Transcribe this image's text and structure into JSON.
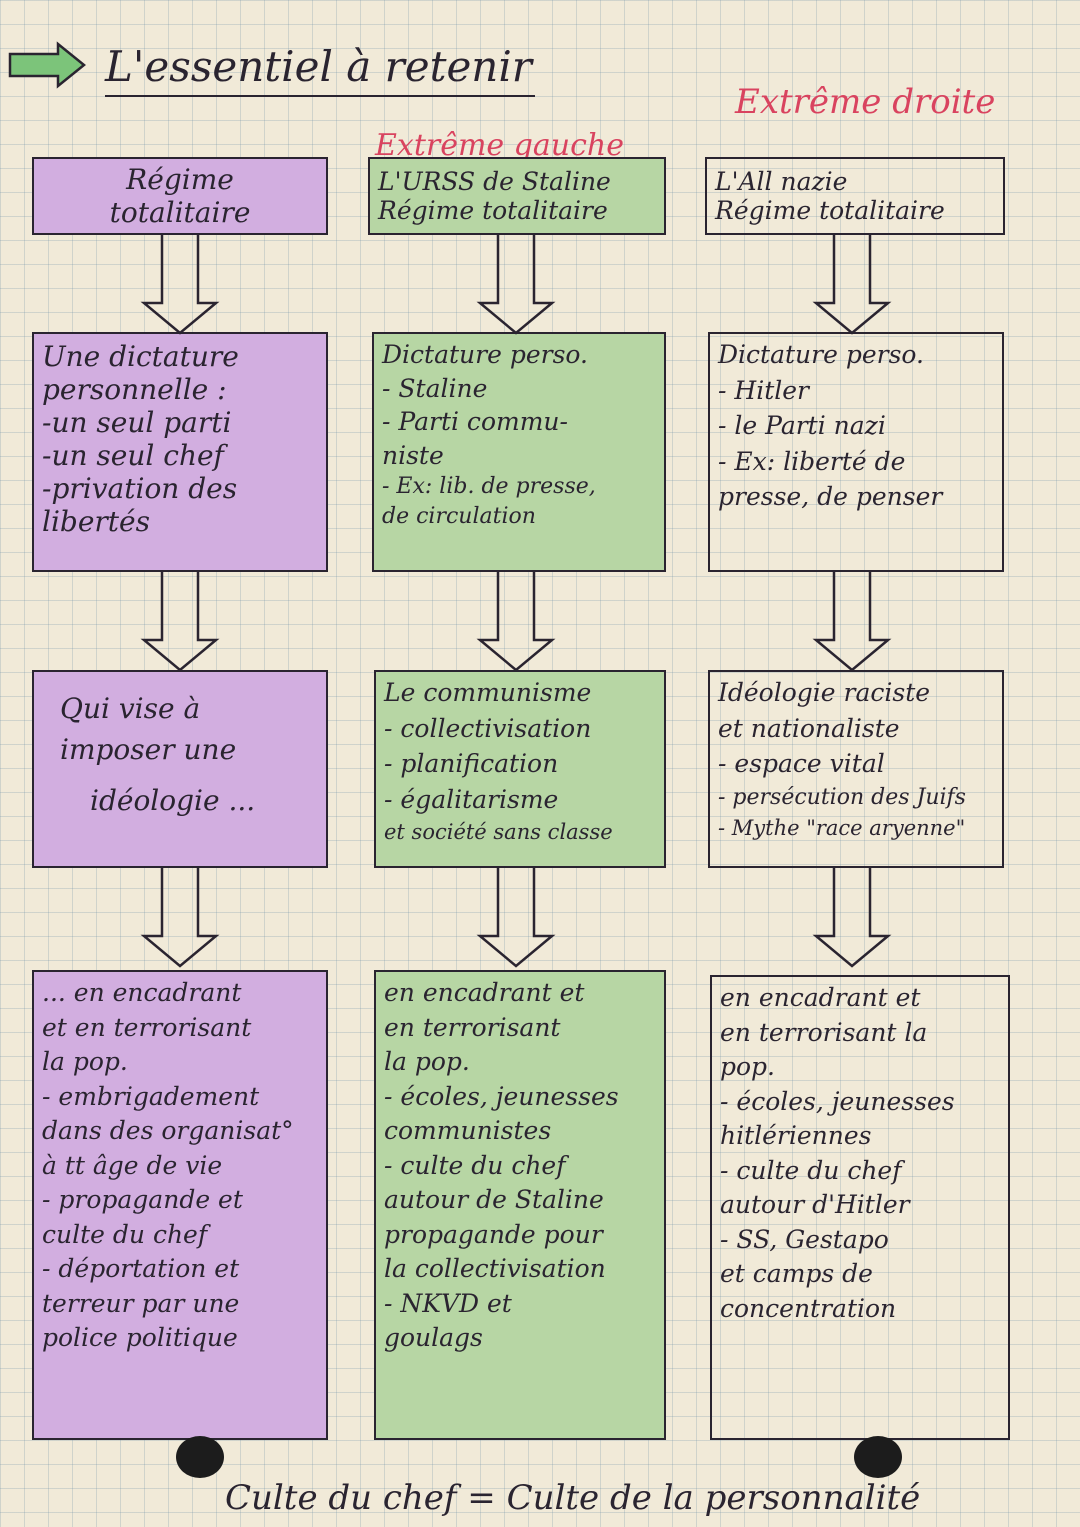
{
  "title": "L'essentiel à retenir",
  "labels": {
    "extreme_gauche": "Extrême gauche",
    "extreme_droite": "Extrême droite"
  },
  "columns": [
    {
      "id": "general",
      "color": "#d2aee0",
      "head": [
        "Régime",
        "totalitaire"
      ],
      "dictature": [
        "Une dictature",
        "personnelle :",
        "-un seul parti",
        "-un seul chef",
        "-privation des",
        "libertés"
      ],
      "ideologie": [
        "Qui vise à",
        "imposer une",
        "idéologie ..."
      ],
      "encadrement": [
        "... en encadrant",
        "et en terrorisant",
        "la pop.",
        "- embrigadement",
        "dans des organisat°",
        "à tt âge de vie",
        "- propagande et",
        "culte du chef",
        "- déportation et",
        "terreur par une",
        "police politique"
      ]
    },
    {
      "id": "urss",
      "color": "#b7d6a4",
      "head": [
        "L'URSS de Staline",
        "Régime totalitaire"
      ],
      "dictature": [
        "Dictature perso.",
        "- Staline",
        "- Parti commu-",
        "niste",
        "- Ex: lib. de presse,",
        "de circulation"
      ],
      "ideologie": [
        "Le communisme",
        "- collectivisation",
        "- planification",
        "- égalitarisme",
        "et société sans classe"
      ],
      "encadrement": [
        "en encadrant et",
        "en terrorisant",
        "la pop.",
        "- écoles, jeunesses",
        "communistes",
        "- culte du chef",
        "autour de Staline",
        "propagande pour",
        "la collectivisation",
        "- NKVD et",
        "goulags"
      ]
    },
    {
      "id": "allemagne",
      "color": "none",
      "head": [
        "L'All nazie",
        "Régime totalitaire"
      ],
      "dictature": [
        "Dictature perso.",
        "- Hitler",
        "- le Parti nazi",
        "- Ex: liberté de",
        "presse, de penser"
      ],
      "ideologie": [
        "Idéologie raciste",
        "et nationaliste",
        "- espace vital",
        "- persécution des Juifs",
        "- Mythe \"race aryenne\""
      ],
      "encadrement": [
        "en encadrant et",
        "en terrorisant la",
        "pop.",
        "- écoles, jeunesses",
        "hitlériennes",
        "- culte du chef",
        "autour d'Hitler",
        "- SS, Gestapo",
        "et camps de",
        "concentration"
      ]
    }
  ],
  "footer": "Culte du chef = Culte de la personnalité",
  "icons": {
    "header": "arrow-right-outline-icon",
    "flow": "arrow-down-outline-icon",
    "hole": "punch-hole-icon"
  }
}
